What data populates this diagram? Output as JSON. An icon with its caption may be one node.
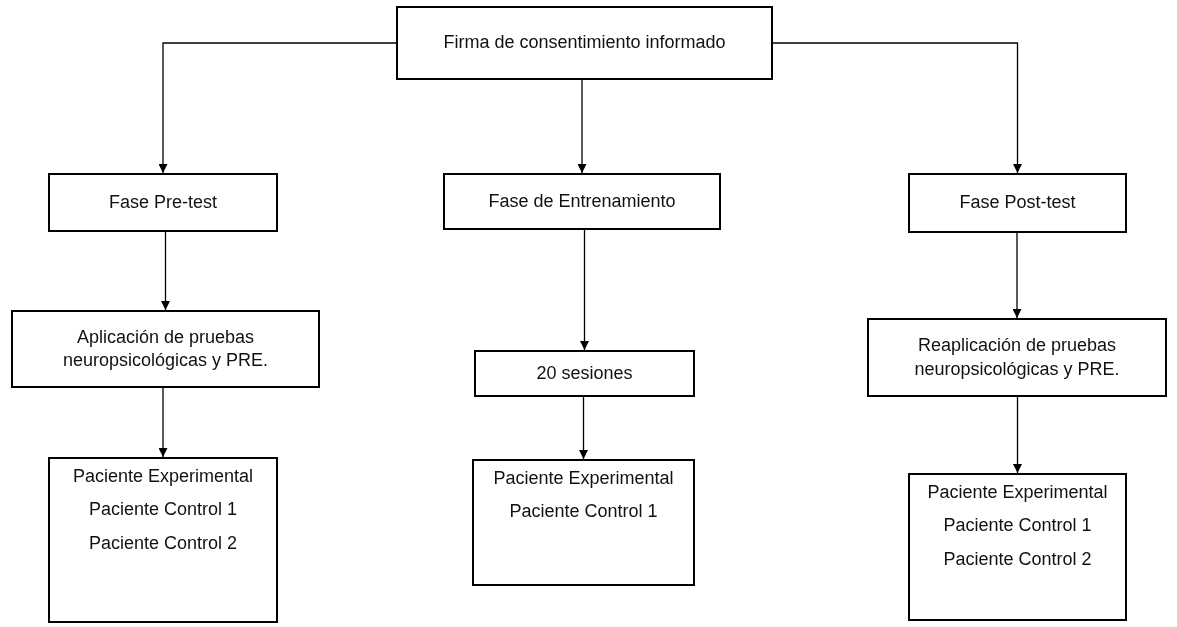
{
  "diagram": {
    "nodes": [
      {
        "text": [
          "Firma de consentimiento informado"
        ]
      },
      {
        "text": [
          "Fase Pre-test"
        ]
      },
      {
        "text": [
          "Fase de Entrenamiento"
        ]
      },
      {
        "text": [
          "Fase Post-test"
        ]
      },
      {
        "text": [
          "Aplicación de pruebas neuropsicológicas y PRE."
        ]
      },
      {
        "text": [
          "20 sesiones"
        ]
      },
      {
        "text": [
          "Reaplicación de pruebas neuropsicológicas y PRE."
        ]
      },
      {
        "text": [
          "Paciente Experimental",
          "Paciente Control 1",
          "Paciente Control 2"
        ]
      },
      {
        "text": [
          "Paciente Experimental",
          "Paciente Control 1"
        ]
      },
      {
        "text": [
          "Paciente Experimental",
          "Paciente Control 1",
          "Paciente Control 2"
        ]
      }
    ],
    "edges": [
      {
        "from": 0,
        "to": 1,
        "arrow": "to"
      },
      {
        "from": 0,
        "to": 2,
        "arrow": "to"
      },
      {
        "from": 0,
        "to": 3,
        "arrow": "to"
      },
      {
        "from": 1,
        "to": 4,
        "arrow": "to"
      },
      {
        "from": 2,
        "to": 5,
        "arrow": "to"
      },
      {
        "from": 3,
        "to": 6,
        "arrow": "to"
      },
      {
        "from": 4,
        "to": 7,
        "arrow": "to"
      },
      {
        "from": 5,
        "to": 8,
        "arrow": "to"
      },
      {
        "from": 6,
        "to": 9,
        "arrow": "to"
      }
    ]
  }
}
